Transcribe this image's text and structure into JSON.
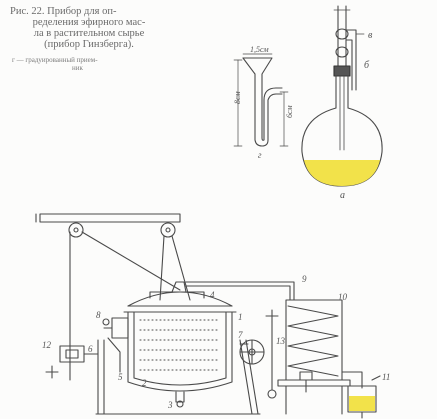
{
  "caption": {
    "line1": "Рис. 22. Прибор для оп-",
    "line2": "ределения эфирного мас-",
    "line3": "ла в растительном сырье",
    "line4": "(прибор Гинзберга).",
    "legend1": "г — градуированный прием-",
    "legend2": "ник"
  },
  "receiver_labels": {
    "top_mark": "1,5см",
    "left_height": "8см",
    "right_height": "6см",
    "letter": "г"
  },
  "flask_labels": {
    "b": "в",
    "v": "б",
    "a": "а"
  },
  "apparatus_labels": {
    "n1": "1",
    "n2": "2",
    "n3": "3",
    "n4": "4",
    "n5": "5",
    "n6": "6",
    "n7": "7",
    "n8": "8",
    "n9": "9",
    "n10": "10",
    "n11": "11",
    "n12": "12",
    "n13": "13"
  },
  "colors": {
    "ink": "#4a4a4a",
    "liquid": "#f2e24a",
    "paper": "#fcfcfb"
  }
}
